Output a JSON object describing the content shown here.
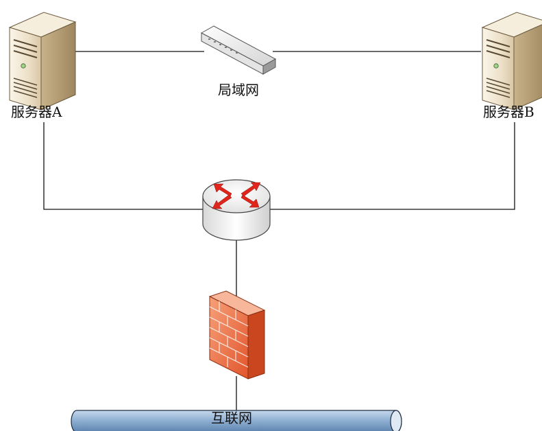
{
  "nodes": {
    "server_a": {
      "label": "服务器A",
      "icon": "server-tower-icon"
    },
    "server_b": {
      "label": "服务器B",
      "icon": "server-tower-icon"
    },
    "lan_switch": {
      "label": "局域网",
      "icon": "switch-icon"
    },
    "router": {
      "label": "",
      "icon": "router-icon"
    },
    "firewall": {
      "label": "",
      "icon": "firewall-brick-icon"
    },
    "internet": {
      "label": "互联网",
      "icon": "pipe-bus-icon"
    }
  },
  "colors": {
    "line": "#111111",
    "server_body": "#e9dcc4",
    "router_arrows": "#e0261c",
    "firewall": "#ef7045",
    "pipe": "#93b2d2"
  }
}
